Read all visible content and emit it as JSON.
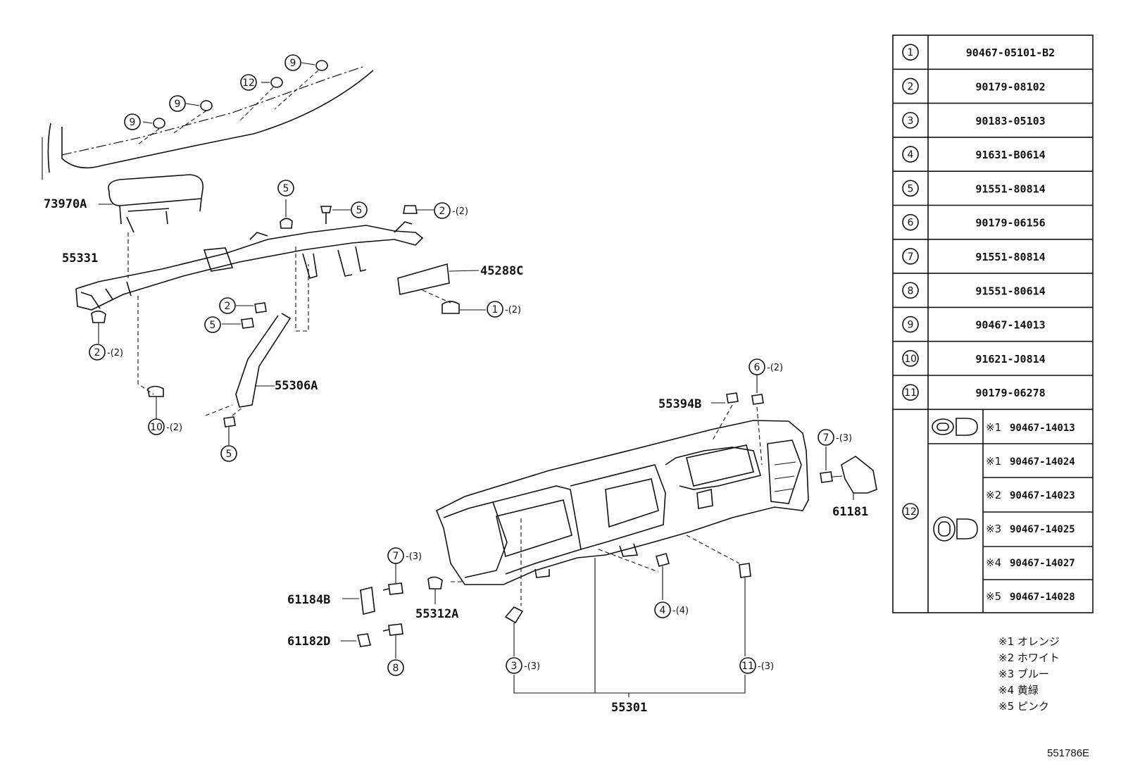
{
  "callouts": {
    "c1": {
      "num": "1",
      "qty": "(2)"
    },
    "c2a": {
      "num": "2",
      "qty": "(2)"
    },
    "c2b": {
      "num": "2",
      "qty": "(2)"
    },
    "c2c": {
      "num": "2",
      "qty": ""
    },
    "c3": {
      "num": "3",
      "qty": "(3)"
    },
    "c4": {
      "num": "4",
      "qty": "(4)"
    },
    "c5a": {
      "num": "5",
      "qty": ""
    },
    "c5b": {
      "num": "5",
      "qty": ""
    },
    "c5c": {
      "num": "5",
      "qty": ""
    },
    "c5d": {
      "num": "5",
      "qty": ""
    },
    "c6": {
      "num": "6",
      "qty": "(2)"
    },
    "c7a": {
      "num": "7",
      "qty": "(3)"
    },
    "c7b": {
      "num": "7",
      "qty": "(3)"
    },
    "c8": {
      "num": "8",
      "qty": ""
    },
    "c9a": {
      "num": "9",
      "qty": ""
    },
    "c9b": {
      "num": "9",
      "qty": ""
    },
    "c9c": {
      "num": "9",
      "qty": ""
    },
    "c10": {
      "num": "10",
      "qty": "(2)"
    },
    "c11": {
      "num": "11",
      "qty": "(3)"
    },
    "c12": {
      "num": "12",
      "qty": ""
    }
  },
  "part_labels": {
    "p73970A": "73970A",
    "p55331": "55331",
    "p45288C": "45288C",
    "p55306A": "55306A",
    "p55394B": "55394B",
    "p61181": "61181",
    "p61184B": "61184B",
    "p55312A": "55312A",
    "p61182D": "61182D",
    "p55301": "55301"
  },
  "parts_table": {
    "rows": [
      {
        "num": "1",
        "part": "90467-05101-B2"
      },
      {
        "num": "2",
        "part": "90179-08102"
      },
      {
        "num": "3",
        "part": "90183-05103"
      },
      {
        "num": "4",
        "part": "91631-B0614"
      },
      {
        "num": "5",
        "part": "91551-80814"
      },
      {
        "num": "6",
        "part": "90179-06156"
      },
      {
        "num": "7",
        "part": "91551-80814"
      },
      {
        "num": "8",
        "part": "91551-80614"
      },
      {
        "num": "9",
        "part": "90467-14013"
      },
      {
        "num": "10",
        "part": "91621-J0814"
      },
      {
        "num": "11",
        "part": "90179-06278"
      }
    ],
    "row12": {
      "num": "12",
      "variants": [
        {
          "mark": "※1",
          "part": "90467-14013"
        },
        {
          "mark": "※1",
          "part": "90467-14024"
        },
        {
          "mark": "※2",
          "part": "90467-14023"
        },
        {
          "mark": "※3",
          "part": "90467-14025"
        },
        {
          "mark": "※4",
          "part": "90467-14027"
        },
        {
          "mark": "※5",
          "part": "90467-14028"
        }
      ]
    }
  },
  "legend": [
    {
      "mark": "※1",
      "text": "オレンジ"
    },
    {
      "mark": "※2",
      "text": "ホワイト"
    },
    {
      "mark": "※3",
      "text": "ブルー"
    },
    {
      "mark": "※4",
      "text": "黄緑"
    },
    {
      "mark": "※5",
      "text": "ピンク"
    }
  ],
  "diagram_code": "551786E"
}
